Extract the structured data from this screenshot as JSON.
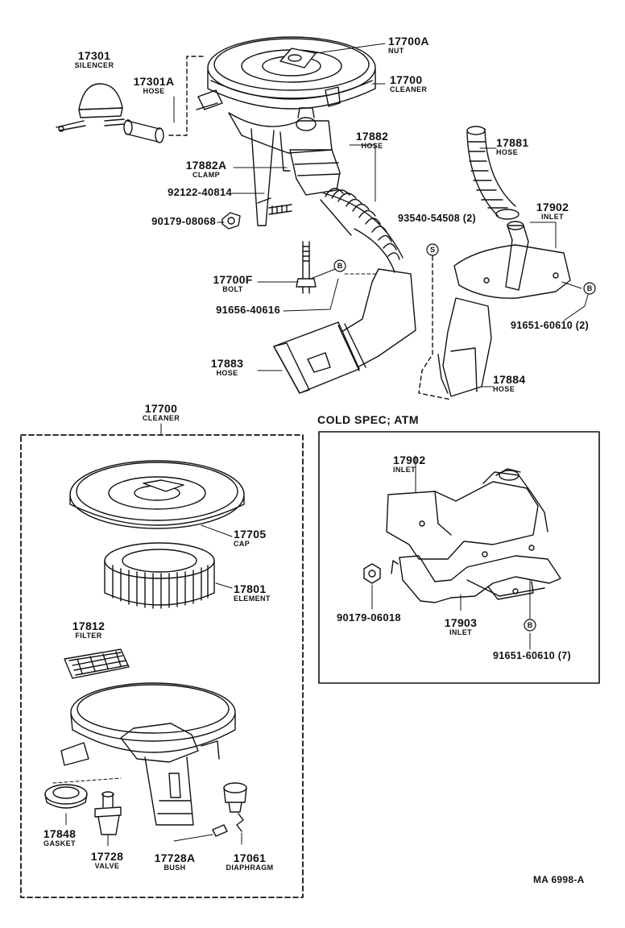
{
  "diagram": {
    "code": "MA 6998-A",
    "cold_spec_title": "COLD SPEC; ATM",
    "circle_b": "B",
    "circle_s": "S"
  },
  "parts": {
    "p17301": {
      "num": "17301",
      "name": "SILENCER"
    },
    "p17301a": {
      "num": "17301A",
      "name": "HOSE"
    },
    "p17700a": {
      "num": "17700A",
      "name": "NUT"
    },
    "p17700_top": {
      "num": "17700",
      "name": "CLEANER"
    },
    "p17882": {
      "num": "17882",
      "name": "HOSE"
    },
    "p17881": {
      "num": "17881",
      "name": "HOSE"
    },
    "p17882a": {
      "num": "17882A",
      "name": "CLAMP"
    },
    "p92122": {
      "num": "92122-40814"
    },
    "p90179_08068": {
      "num": "90179-08068"
    },
    "p93540": {
      "num": "93540-54508 (2)"
    },
    "p17902_top": {
      "num": "17902",
      "name": "INLET"
    },
    "p17700f": {
      "num": "17700F",
      "name": "BOLT"
    },
    "p91656": {
      "num": "91656-40616"
    },
    "p91651_2": {
      "num": "91651-60610 (2)"
    },
    "p17883": {
      "num": "17883",
      "name": "HOSE"
    },
    "p17884": {
      "num": "17884",
      "name": "HOSE"
    },
    "p17700_box": {
      "num": "17700",
      "name": "CLEANER"
    },
    "p17705": {
      "num": "17705",
      "name": "CAP"
    },
    "p17801": {
      "num": "17801",
      "name": "ELEMENT"
    },
    "p17812": {
      "num": "17812",
      "name": "FILTER"
    },
    "p17848": {
      "num": "17848",
      "name": "GASKET"
    },
    "p17728": {
      "num": "17728",
      "name": "VALVE"
    },
    "p17728a": {
      "num": "17728A",
      "name": "BUSH"
    },
    "p17061": {
      "num": "17061",
      "name": "DIAPHRAGM"
    },
    "p17902_cold": {
      "num": "17902",
      "name": "INLET"
    },
    "p90179_06018": {
      "num": "90179-06018"
    },
    "p17903": {
      "num": "17903",
      "name": "INLET"
    },
    "p91651_7": {
      "num": "91651-60610 (7)"
    }
  }
}
